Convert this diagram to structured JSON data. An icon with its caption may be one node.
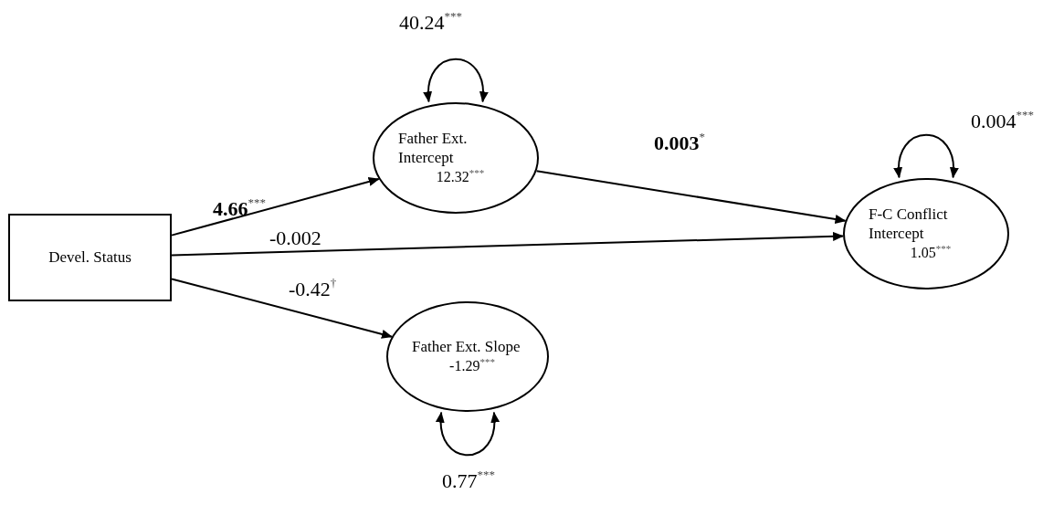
{
  "diagram": {
    "nodes": [
      {
        "text": [
          "Devel. Status"
        ]
      },
      {
        "text": [
          "Father Ext. Intercept",
          "12.32$^{***}$"
        ]
      },
      {
        "text": [
          "F-C Conflict Intercept",
          "1.05$^{***}$"
        ]
      },
      {
        "text": [
          "Father Ext. Slope",
          "-1.29$^{***}$"
        ]
      }
    ],
    "edges": [
      {
        "from": 1,
        "to": 1,
        "arrow": "both",
        "label": "40.24$^{***}$"
      },
      {
        "from": 2,
        "to": 2,
        "arrow": "both",
        "label": "0.004$^{***}$"
      },
      {
        "from": 0,
        "to": 1,
        "arrow": "to",
        "label": "**4.66**$^{***}$"
      },
      {
        "from": 1,
        "to": 2,
        "arrow": "to",
        "label": "**0.003**$^{*}$"
      },
      {
        "from": 0,
        "to": 2,
        "arrow": "to",
        "label": "-0.002"
      },
      {
        "from": 0,
        "to": 3,
        "arrow": "to",
        "label": "-0.42$^{†}$"
      },
      {
        "from": 3,
        "to": 3,
        "arrow": "both",
        "label": "0.77$^{***}$"
      }
    ]
  }
}
